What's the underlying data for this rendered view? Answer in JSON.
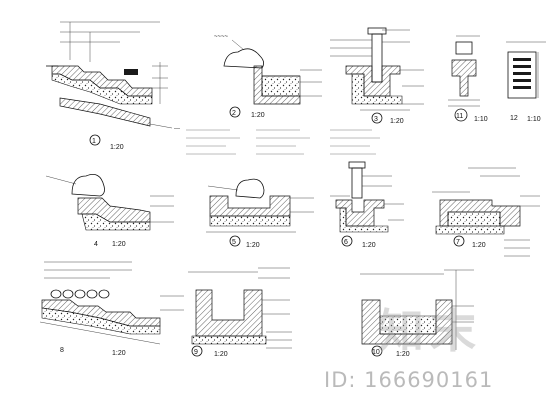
{
  "sheet": {
    "details": [
      {
        "id": "d1",
        "number": "1",
        "scale": "1:20"
      },
      {
        "id": "d2",
        "number": "2",
        "scale": "1:20"
      },
      {
        "id": "d3",
        "number": "3",
        "scale": "1:20"
      },
      {
        "id": "d11",
        "number": "11",
        "scale": "1:10"
      },
      {
        "id": "d12",
        "number": "12",
        "scale": "1:10"
      },
      {
        "id": "d4",
        "number": "4",
        "scale": "1:20"
      },
      {
        "id": "d5",
        "number": "5",
        "scale": "1:20"
      },
      {
        "id": "d6",
        "number": "6",
        "scale": "1:20"
      },
      {
        "id": "d7",
        "number": "7",
        "scale": "1:20"
      },
      {
        "id": "d8",
        "number": "8",
        "scale": "1:20"
      },
      {
        "id": "d9",
        "number": "9",
        "scale": "1:20"
      },
      {
        "id": "d10",
        "number": "10",
        "scale": "1:20"
      }
    ]
  },
  "watermark": {
    "logo_text": "知末",
    "id_text": "ID: 166690161"
  }
}
